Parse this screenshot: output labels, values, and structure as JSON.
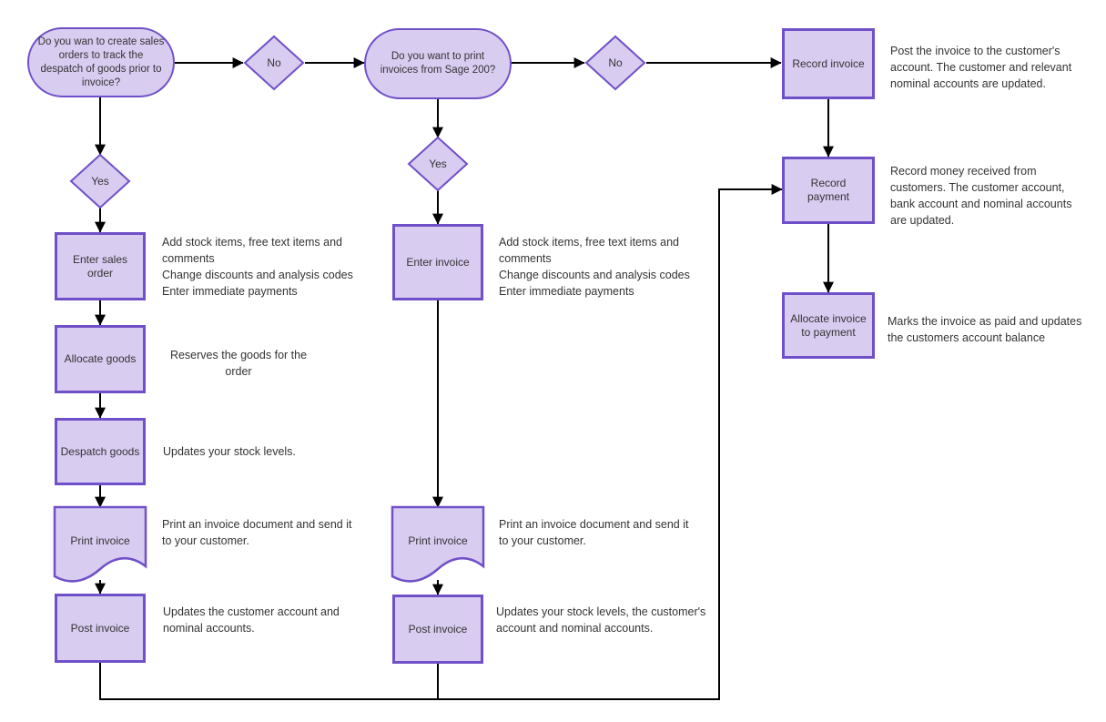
{
  "colors": {
    "shape_fill": "#d9ccf1",
    "shape_stroke": "#7050c8",
    "connector_line": "#000000",
    "text": "#333333",
    "background": "#ffffff"
  },
  "nodes": {
    "q_sales_orders": "Do you wan to create sales\norders to track the\ndespatch of goods prior to\ninvoice?",
    "no_1": "No",
    "q_print_invoices": "Do you want to print\ninvoices from Sage 200?",
    "no_2": "No",
    "record_invoice": "Record invoice",
    "yes_1": "Yes",
    "yes_2": "Yes",
    "enter_sales_order": "Enter sales\norder",
    "allocate_goods": "Allocate goods",
    "despatch_goods": "Despatch goods",
    "print_invoice_left": "Print invoice",
    "post_invoice_left": "Post invoice",
    "enter_invoice": "Enter invoice",
    "print_invoice_middle": "Print invoice",
    "post_invoice_middle": "Post invoice",
    "record_payment": "Record\npayment",
    "allocate_invoice_to_payment": "Allocate invoice\nto payment"
  },
  "annotations": {
    "enter_sales_order": "Add stock items, free text items and\ncomments\nChange discounts and analysis codes\nEnter immediate payments",
    "allocate_goods": "Reserves the goods for the\norder",
    "despatch_goods": "Updates your stock levels.",
    "print_invoice_left": "Print an invoice document and send it\nto your customer.",
    "post_invoice_left": "Updates the customer account and\nnominal accounts.",
    "enter_invoice": "Add stock items, free text items and\ncomments\nChange discounts and analysis codes\nEnter immediate payments",
    "print_invoice_middle": "Print an invoice document and send it\nto your customer.",
    "post_invoice_middle": "Updates your stock levels, the customer's\naccount and nominal accounts.",
    "record_invoice": "Post the invoice to the customer's\naccount. The customer and relevant\nnominal accounts are updated.",
    "record_payment": "Record money received from\ncustomers. The customer account,\nbank account and nominal accounts\nare updated.",
    "allocate_invoice_to_payment": "Marks the invoice as paid and updates\nthe customers account balance"
  }
}
